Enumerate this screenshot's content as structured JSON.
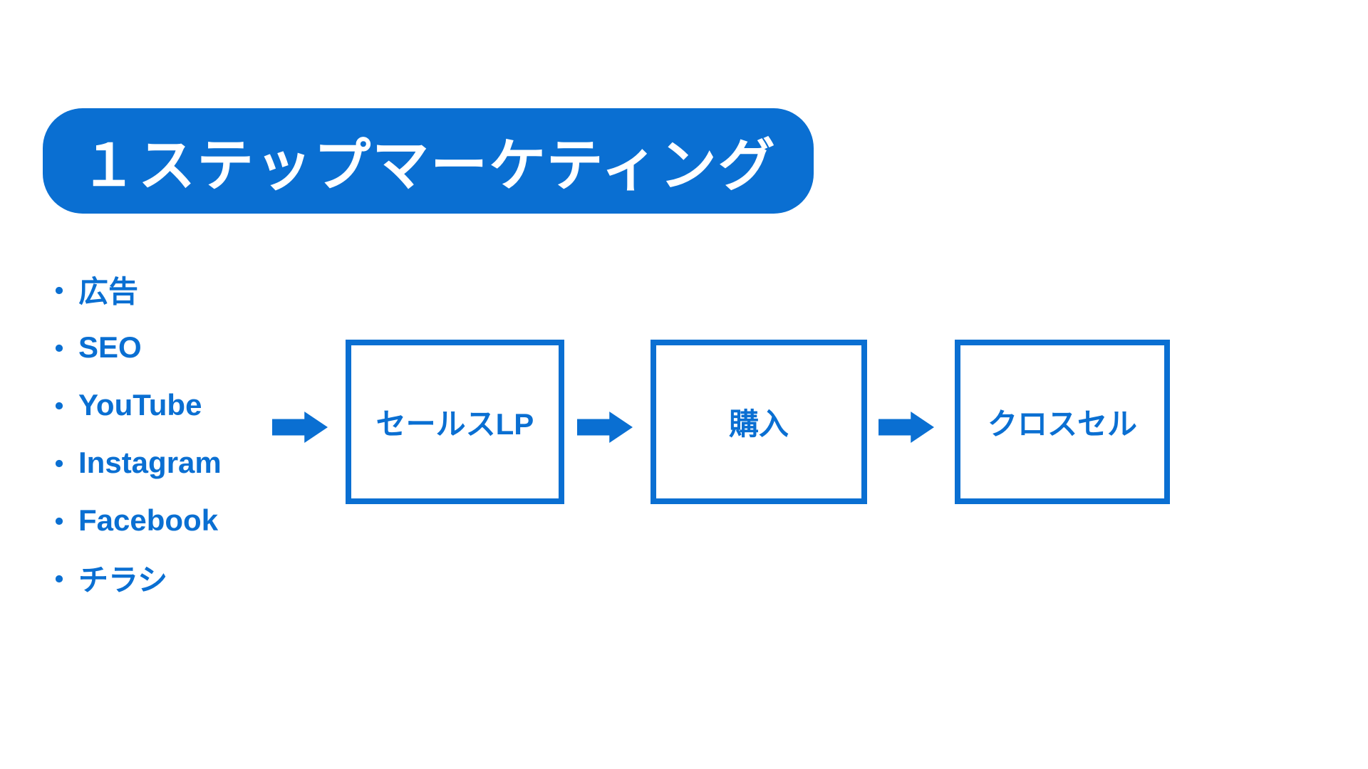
{
  "title": {
    "text": "１ステップマーケティング"
  },
  "channels": {
    "bullet": "・",
    "items": [
      "広告",
      "SEO",
      "YouTube",
      "Instagram",
      "Facebook",
      "チラシ"
    ]
  },
  "flow": {
    "steps": [
      "セールスLP",
      "購入",
      "クロスセル"
    ]
  },
  "colors": {
    "accent_blue": "#0a6fd2",
    "background": "#ffffff",
    "text_white": "#ffffff"
  }
}
